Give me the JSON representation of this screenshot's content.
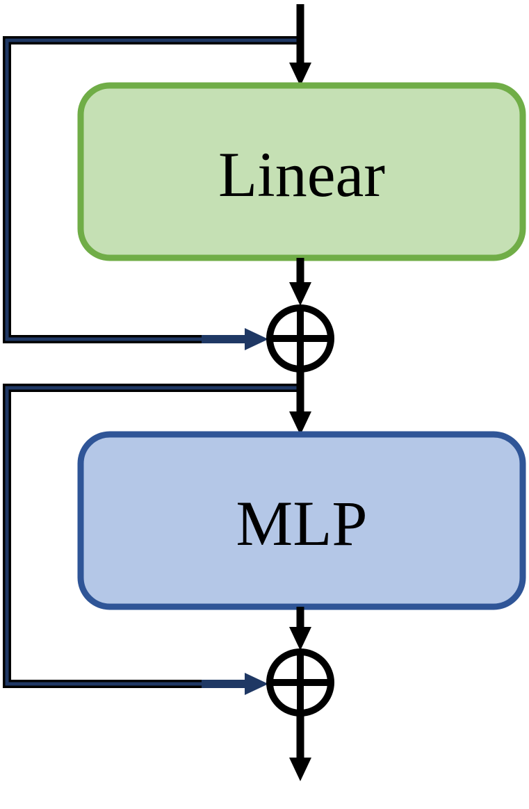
{
  "diagram": {
    "blocks": [
      {
        "id": "linear",
        "label": "Linear"
      },
      {
        "id": "mlp",
        "label": "MLP"
      }
    ]
  },
  "colors": {
    "linear_fill": "#c5e0b4",
    "linear_border": "#70ad47",
    "mlp_fill": "#b4c7e7",
    "mlp_border": "#2f5597",
    "main_line": "#000000",
    "skip_line": "#1f3864"
  }
}
